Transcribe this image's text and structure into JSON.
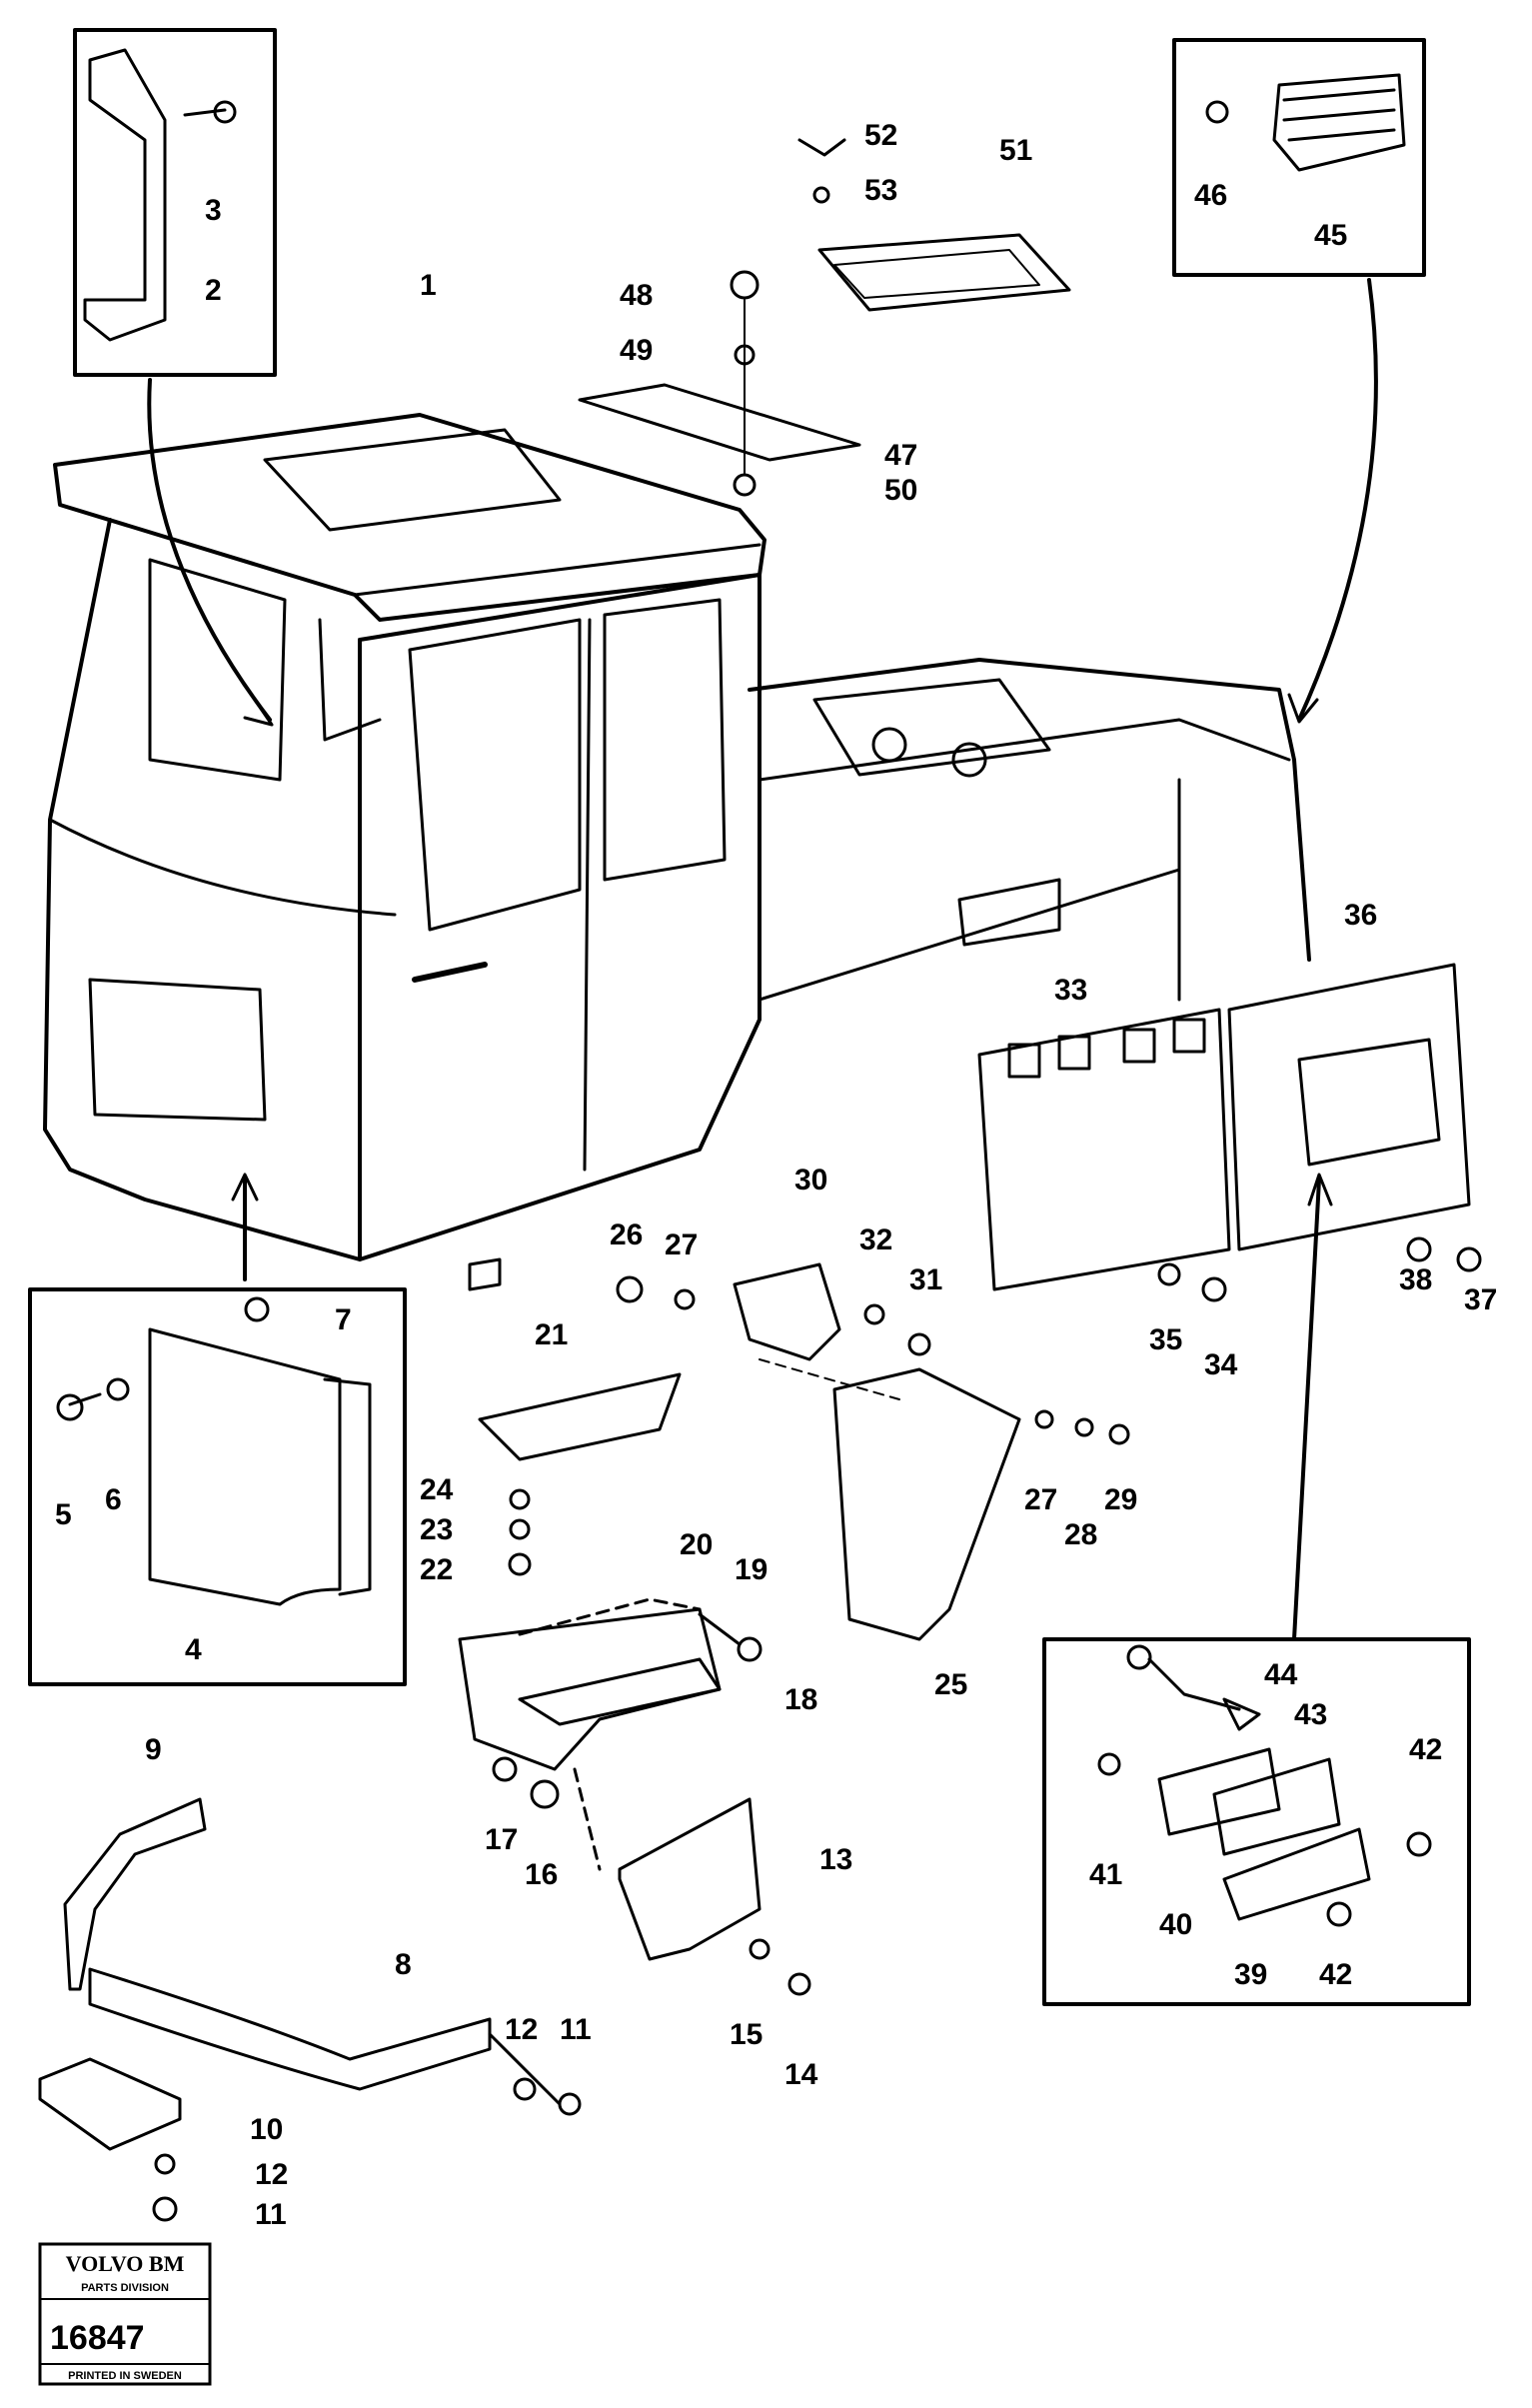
{
  "labels": {
    "l1": "1",
    "l2": "2",
    "l3": "3",
    "l4": "4",
    "l5": "5",
    "l6": "6",
    "l7": "7",
    "l8": "8",
    "l9": "9",
    "l10": "10",
    "l11a": "11",
    "l11b": "11",
    "l12a": "12",
    "l12b": "12",
    "l13": "13",
    "l14": "14",
    "l15": "15",
    "l16": "16",
    "l17": "17",
    "l18": "18",
    "l19": "19",
    "l20": "20",
    "l21": "21",
    "l22": "22",
    "l23": "23",
    "l24": "24",
    "l25": "25",
    "l26": "26",
    "l27a": "27",
    "l27b": "27",
    "l28": "28",
    "l29": "29",
    "l30": "30",
    "l31": "31",
    "l32": "32",
    "l33": "33",
    "l34": "34",
    "l35": "35",
    "l36": "36",
    "l37": "37",
    "l38": "38",
    "l39": "39",
    "l40": "40",
    "l41": "41",
    "l42a": "42",
    "l42b": "42",
    "l43": "43",
    "l44": "44",
    "l45": "45",
    "l46": "46",
    "l47": "47",
    "l48": "48",
    "l49": "49",
    "l50": "50",
    "l51": "51",
    "l52": "52",
    "l53": "53"
  },
  "stamp": {
    "brand": "VOLVO BM",
    "division": "PARTS DIVISION",
    "number": "16847",
    "printed": "PRINTED IN SWEDEN"
  }
}
